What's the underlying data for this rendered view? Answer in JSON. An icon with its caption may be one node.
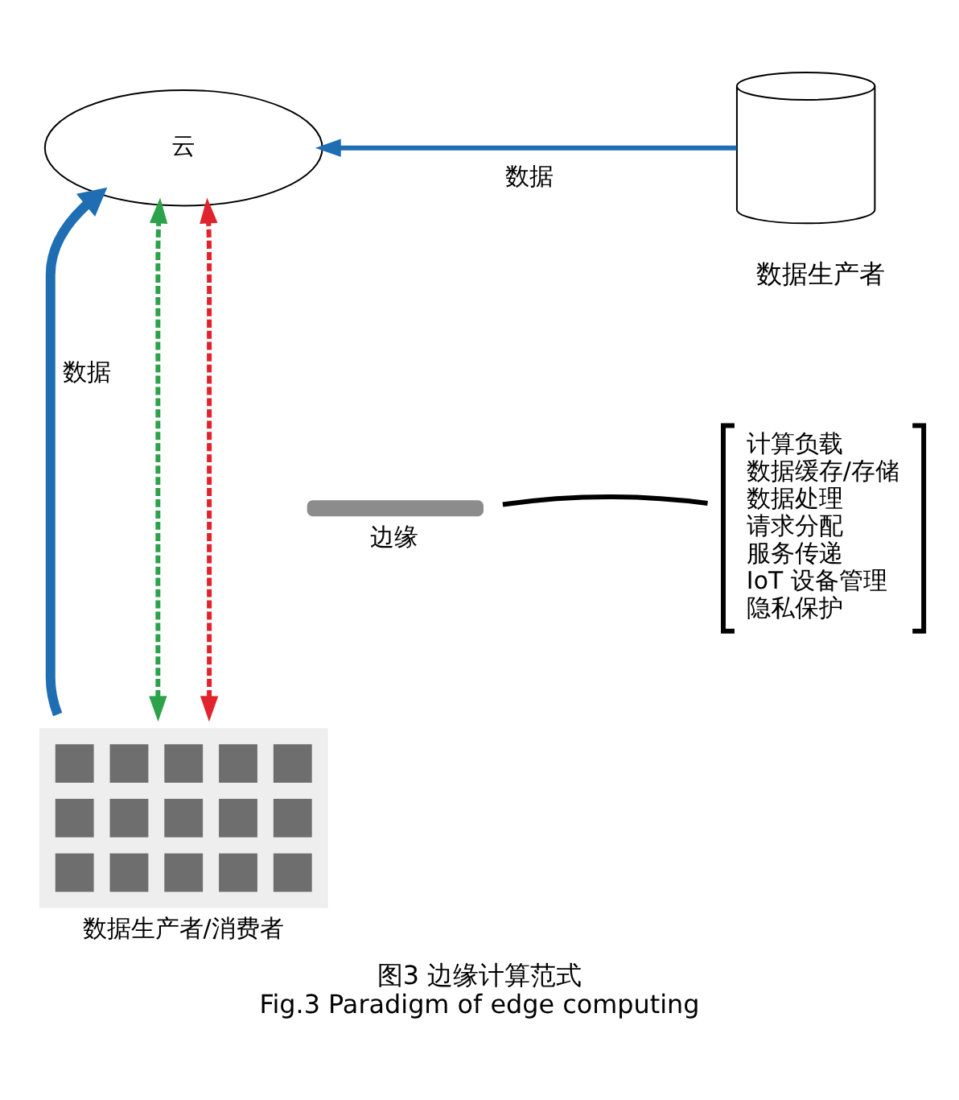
{
  "diagram": {
    "caption": "图3 边缘计算范式 Fig.3 Paradigm of edge computing",
    "nodes": [
      {
        "text": [
          "云"
        ]
      },
      {
        "text": [],
        "shape": "cylinder",
        "beside": [
          "数据生产者"
        ]
      },
      {
        "text": [],
        "shape": "wave",
        "beside": [
          "边缘"
        ]
      },
      {
        "text": [
          "计算负载",
          "数据缓存/存储",
          "数据处理",
          "请求分配",
          "服务传递",
          "IoT 设备管理",
          "隐私保护"
        ]
      },
      {
        "text": [],
        "shape": "picture",
        "beside": [
          "数据生产者/消费者"
        ]
      }
    ],
    "edges": [
      {
        "from": 1,
        "to": 0,
        "arrow": "to",
        "label": "数据",
        "color": "#1f6eb4"
      },
      {
        "from": 4,
        "to": 0,
        "arrow": "to",
        "label": "数据",
        "style": "thick",
        "color": "#1f6eb4"
      },
      {
        "from": 4,
        "to": 0,
        "arrow": "both",
        "style": "dashed",
        "color": "#2ca24a"
      },
      {
        "from": 4,
        "to": 0,
        "arrow": "both",
        "style": "dashed",
        "color": "#e0232c"
      },
      {
        "from": 3,
        "to": 2,
        "arrow": "none",
        "color": "#000000"
      }
    ]
  }
}
